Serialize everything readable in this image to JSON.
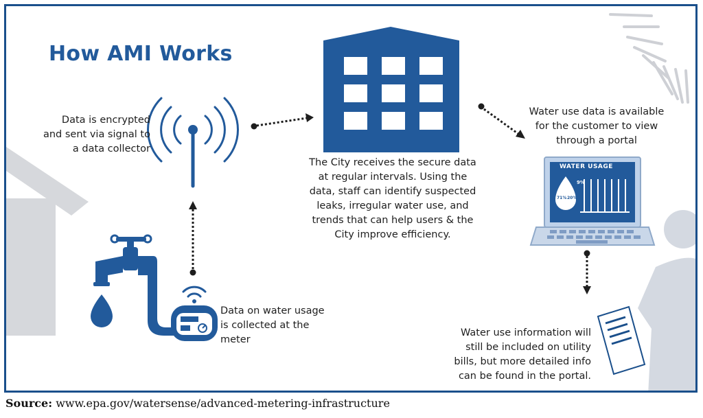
{
  "title": "How AMI Works",
  "captions": {
    "signal": [
      "Data is encrypted",
      "and sent via signal to",
      "a data collector"
    ],
    "city": [
      "The City receives the secure data",
      "at regular intervals.  Using the",
      "data, staff can identify suspected",
      "leaks, irregular water use, and",
      "trends that can help users & the",
      "City improve efficiency."
    ],
    "portal": [
      "Water use data is available",
      "for the customer to view",
      "through a portal"
    ],
    "meter": [
      "Data on water usage",
      "is collected at the",
      "meter"
    ],
    "bills": [
      "Water use information will",
      "still be included on utility",
      "bills, but more detailed info",
      "can be found in the portal."
    ]
  },
  "laptop_screen": {
    "heading": "WATER USAGE",
    "pct_1": "9%",
    "pct_2": "71%",
    "pct_3": "20%"
  },
  "source": {
    "label": "Source:",
    "text": "www.epa.gov/watersense/advanced-metering-infrastructure"
  },
  "colors": {
    "brand_blue": "#225a9b",
    "dark_blue": "#1a4f8b",
    "light_blue": "#bfd2ea",
    "gray": "#d6d8dc"
  },
  "icons": [
    "antenna-icon",
    "building-icon",
    "laptop-icon",
    "faucet-icon",
    "water-drop-icon",
    "water-meter-icon",
    "wifi-icon",
    "house-icon",
    "person-icon",
    "bill-icon",
    "sun-icon"
  ]
}
